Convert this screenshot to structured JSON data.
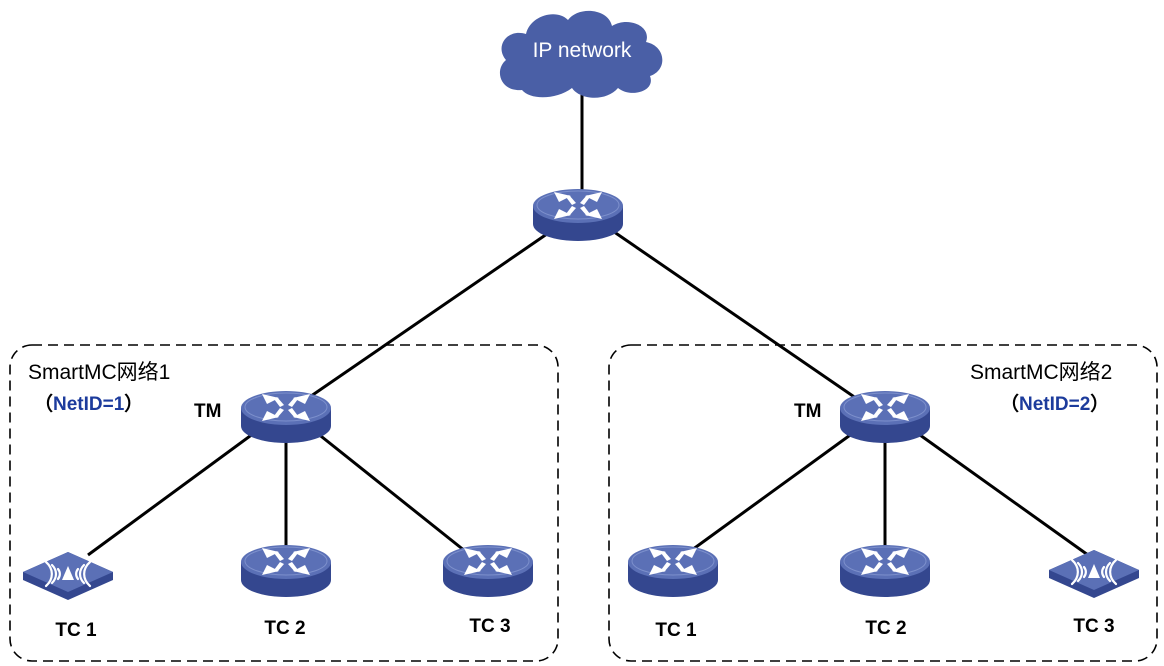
{
  "cloud": {
    "label": "IP network"
  },
  "colors": {
    "device_top": "#5a6fb4",
    "device_side": "#34478f",
    "cloud": "#4a5fa6",
    "netid_text": "#1c3b9c"
  },
  "networks": [
    {
      "name": "SmartMC网络1",
      "netid_open": "（",
      "netid": "NetID=1",
      "netid_close": "）",
      "master_label": "TM",
      "clients": [
        {
          "label": "TC 1",
          "device": "access-point-icon"
        },
        {
          "label": "TC 2",
          "device": "switch-icon"
        },
        {
          "label": "TC 3",
          "device": "switch-icon"
        }
      ]
    },
    {
      "name": "SmartMC网络2",
      "netid_open": "（",
      "netid": "NetID=2",
      "netid_close": "）",
      "master_label": "TM",
      "clients": [
        {
          "label": "TC 1",
          "device": "switch-icon"
        },
        {
          "label": "TC 2",
          "device": "switch-icon"
        },
        {
          "label": "TC 3",
          "device": "access-point-icon"
        }
      ]
    }
  ]
}
